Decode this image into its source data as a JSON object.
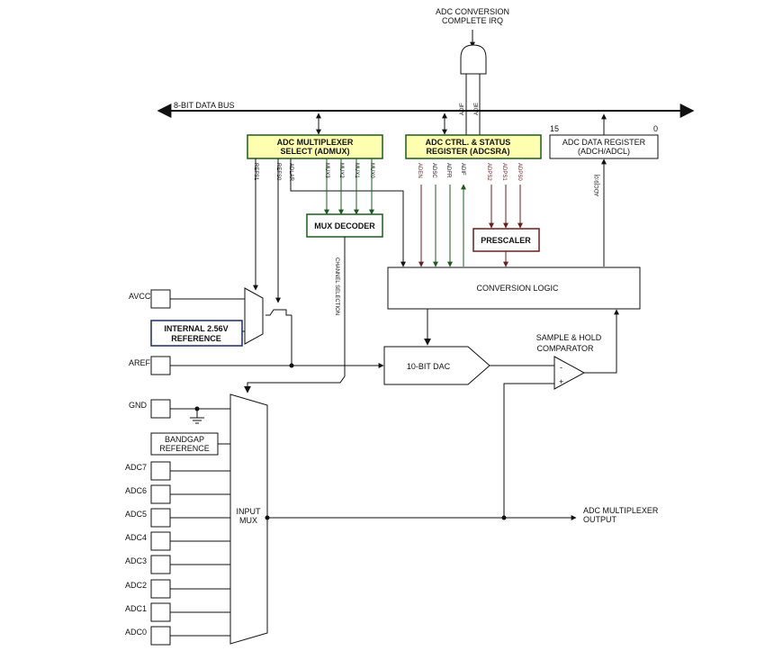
{
  "irq": {
    "line1": "ADC CONVERSION",
    "line2": "COMPLETE IRQ"
  },
  "bus": {
    "label": "8-BIT DATA BUS"
  },
  "admux": {
    "line1": "ADC MULTIPLEXER",
    "line2": "SELECT (ADMUX)",
    "bits": [
      "REFS1",
      "REFS0",
      "ADLAR",
      "MUX3",
      "MUX2",
      "MUX1",
      "MUX0"
    ]
  },
  "adcsra": {
    "line1": "ADC CTRL. & STATUS",
    "line2": "REGISTER (ADCSRA)",
    "top_bits": [
      "ADIF",
      "ADIE"
    ],
    "bits": [
      "ADEN",
      "ADSC",
      "ADFR",
      "ADIF",
      "ADPS2",
      "ADPS1",
      "ADPS0"
    ]
  },
  "data_register": {
    "line1": "ADC DATA REGISTER",
    "line2": "(ADCH/ADCL)",
    "bit_high": "15",
    "bit_low": "0",
    "signal": "ADC[9:0]"
  },
  "mux_decoder": "MUX DECODER",
  "prescaler": "PRESCALER",
  "conversion_logic": "CONVERSION LOGIC",
  "channel_selection": "CHANNEL SELECTION",
  "dac": "10-BIT DAC",
  "comparator": {
    "line1": "SAMPLE & HOLD",
    "line2": "COMPARATOR",
    "minus": "-",
    "plus": "+"
  },
  "internal_ref": {
    "line1": "INTERNAL 2.56V",
    "line2": "REFERENCE"
  },
  "bandgap": {
    "line1": "BANDGAP",
    "line2": "REFERENCE"
  },
  "input_mux": {
    "line1": "INPUT",
    "line2": "MUX"
  },
  "output": {
    "line1": "ADC MULTIPLEXER",
    "line2": "OUTPUT"
  },
  "pins": {
    "avcc": "AVCC",
    "aref": "AREF",
    "gnd": "GND",
    "adc": [
      "ADC7",
      "ADC6",
      "ADC5",
      "ADC4",
      "ADC3",
      "ADC2",
      "ADC1",
      "ADC0"
    ]
  },
  "colors": {
    "admux_fill": "#ffffb0",
    "adcsra_fill": "#ffffb0",
    "green": "#1e5a1e",
    "red": "#6b1f1f",
    "navy": "#1c2a6b"
  }
}
